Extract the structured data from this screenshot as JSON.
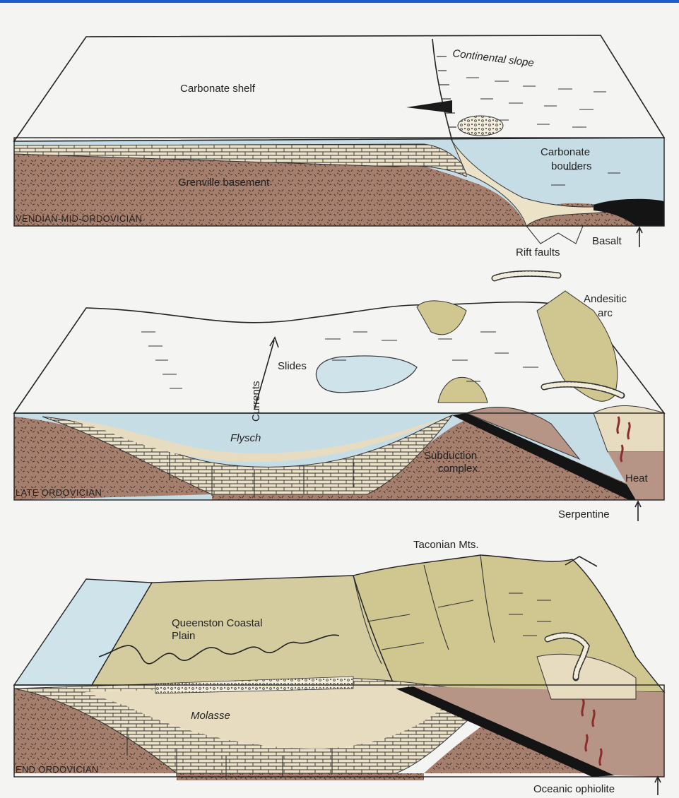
{
  "colors": {
    "water": "#c7dde6",
    "water_top": "#cfe3ea",
    "basement": "#a57f6e",
    "carbonate": "#ece2c8",
    "flysch": "#e8dcc0",
    "plain": "#d4cc9e",
    "mountains": "#cfc690",
    "slab": "#141414",
    "magma": "#8a2d2d",
    "accent_bar": "#1f5ec8"
  },
  "panels": [
    {
      "stage": "VENDIAN-MID-ORDOVICIAN",
      "labels": {
        "carbonate_shelf": "Carbonate shelf",
        "continental_slope": "Continental slope",
        "carbonate_boulders_1": "Carbonate",
        "carbonate_boulders_2": "boulders",
        "grenville_basement": "Grenville basement",
        "rift_faults": "Rift faults",
        "basalt": "Basalt"
      }
    },
    {
      "stage": "LATE ORDOVICIAN",
      "labels": {
        "andesitic_arc_1": "Andesitic",
        "andesitic_arc_2": "arc",
        "slides": "Slides",
        "currents": "Currents",
        "flysch": "Flysch",
        "subduction_complex_1": "Subduction",
        "subduction_complex_2": "complex",
        "heat": "Heat",
        "serpentine": "Serpentine"
      }
    },
    {
      "stage": "END ORDOVICIAN",
      "labels": {
        "taconian_mts": "Taconian Mts.",
        "queenston_1": "Queenston Coastal",
        "queenston_2": "Plain",
        "molasse": "Molasse",
        "oceanic_ophiolite": "Oceanic ophiolite"
      }
    }
  ]
}
